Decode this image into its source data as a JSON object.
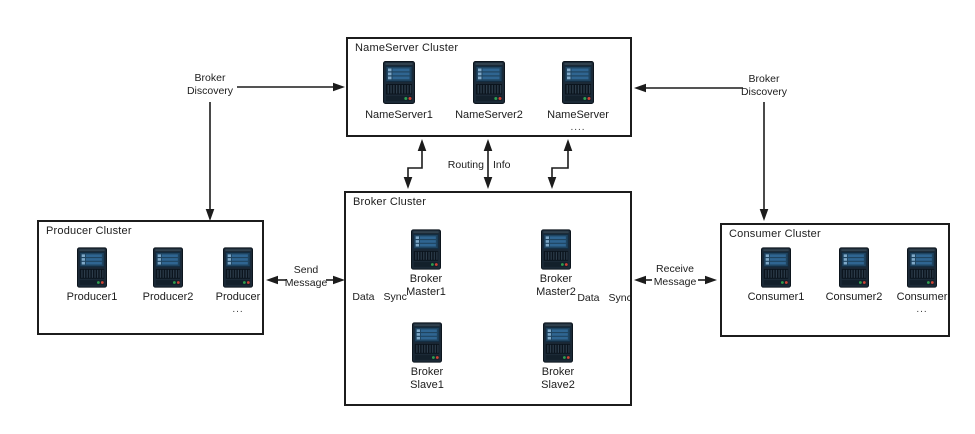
{
  "clusters": {
    "nameserver": {
      "title": "NameServer Cluster",
      "nodes": [
        {
          "label": "NameServer1"
        },
        {
          "label": "NameServer2"
        },
        {
          "label": "NameServer",
          "dots": "...."
        }
      ]
    },
    "broker": {
      "title": "Broker Cluster",
      "nodes": [
        {
          "label": "Broker\nMaster1"
        },
        {
          "label": "Broker\nMaster2"
        },
        {
          "label": "Broker\nSlave1"
        },
        {
          "label": "Broker\nSlave2"
        }
      ]
    },
    "producer": {
      "title": "Producer Cluster",
      "nodes": [
        {
          "label": "Producer1"
        },
        {
          "label": "Producer2"
        },
        {
          "label": "Producer",
          "dots": "..."
        }
      ]
    },
    "consumer": {
      "title": "Consumer Cluster",
      "nodes": [
        {
          "label": "Consumer1"
        },
        {
          "label": "Consumer2"
        },
        {
          "label": "Consumer",
          "dots": "..."
        }
      ]
    }
  },
  "labels": {
    "broker_discovery_left": "Broker\nDiscovery",
    "broker_discovery_right": "Broker\nDiscovery",
    "routing_info": {
      "left": "Routing",
      "right": "Info"
    },
    "send_message": "Send\nMessage",
    "receive_message": "Receive\nMessage",
    "data_sync_left": {
      "left": "Data",
      "right": "Sync"
    },
    "data_sync_right": {
      "left": "Data",
      "right": "Sync"
    }
  },
  "colors": {
    "line": "#1c1c1c",
    "box_border": "#1c1c1c",
    "server_body": "#1b2936",
    "server_edge": "#0c141c",
    "server_highlight": "#31424f",
    "server_screen": "#1f4460",
    "server_screen_edge": "#132c40",
    "server_stripe": "#2f6591",
    "server_stripe_light": "#7fa9c9",
    "server_vent_bg": "#0b141d",
    "server_vent_bar": "#2c3c4a",
    "server_bottom": "#13202b",
    "led_green": "#2e9e4f",
    "led_red": "#cf4436"
  }
}
